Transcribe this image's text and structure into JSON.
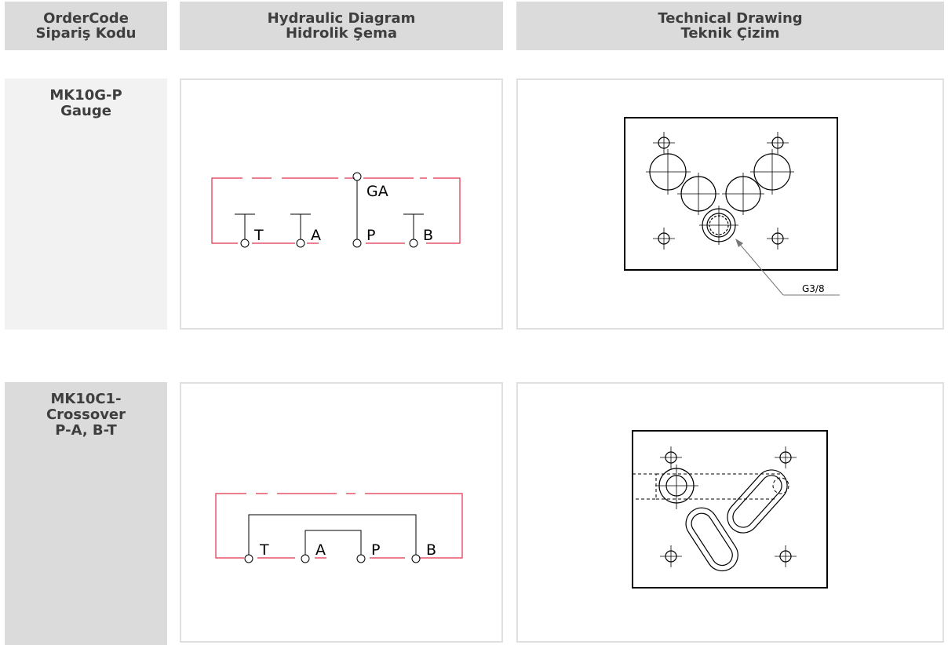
{
  "header": {
    "order_code": [
      "OrderCode",
      "Sipariş Kodu"
    ],
    "hydraulic": [
      "Hydraulic Diagram",
      "Hidrolik Şema"
    ],
    "technical": [
      "Technical Drawing",
      "Teknik Çizim"
    ]
  },
  "rows": [
    {
      "code": [
        "MK10G-P",
        "Gauge"
      ],
      "diagram_ports": [
        "T",
        "A",
        "P",
        "B"
      ],
      "gauge_port": "GA",
      "thread_label": "G3/8"
    },
    {
      "code": [
        "MK10C1-",
        "Crossover",
        "P-A, B-T"
      ],
      "diagram_ports": [
        "T",
        "A",
        "P",
        "B"
      ]
    }
  ],
  "colors": {
    "header_bg": "#dbdbdb",
    "row1_code_bg": "#f2f2f2",
    "row2_code_bg": "#dbdbdb",
    "panel_border": "#e0e0e0",
    "hydraulic_red": "#e0304a",
    "text": "#3e3e3e"
  }
}
